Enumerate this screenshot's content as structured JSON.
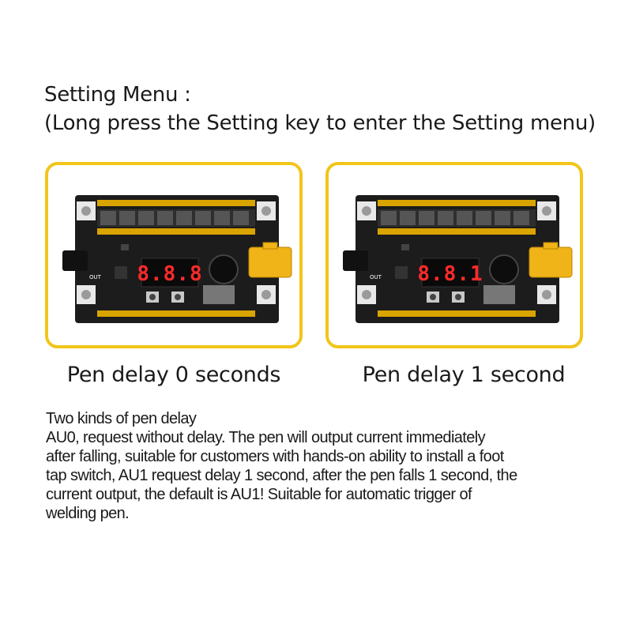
{
  "heading": {
    "title": "Setting Menu :",
    "subtitle": "(Long press the Setting key to enter the Setting menu)"
  },
  "panels": [
    {
      "display": "8.8.8",
      "caption": "Pen delay 0 seconds"
    },
    {
      "display": "8.8.1",
      "caption": "Pen delay 1 second"
    }
  ],
  "board_labels": {
    "out": "OUT"
  },
  "description": {
    "lines": [
      "Two kinds of pen delay",
      "AU0, request without delay. The pen will output current immediately",
      "after falling, suitable for customers with hands-on ability to install a foot",
      "tap switch, AU1 request delay 1 second, after the pen falls 1 second, the",
      "current output, the default is AU1! Suitable for automatic trigger of",
      "welding pen."
    ]
  },
  "colors": {
    "panel_border": "#f2c51a",
    "pcb": "#1c1c1c",
    "gold_strip": "#d9a400",
    "connector": "#f0b418",
    "led_red": "#ff2a2a"
  }
}
